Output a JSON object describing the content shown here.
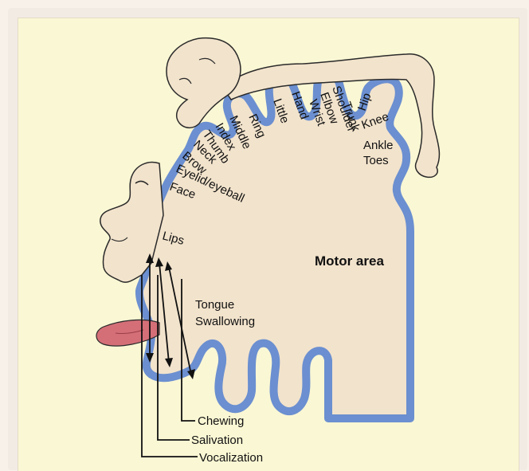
{
  "diagram": {
    "region_label": "Motor area",
    "body_labels": [
      "Hip",
      "Trunk",
      "Shoulder",
      "Elbow",
      "Wrist",
      "Hand",
      "Little",
      "Ring",
      "Middle",
      "Index",
      "Thumb",
      "Neck",
      "Brow",
      "Eyelid/eyeball",
      "Face",
      "Knee",
      "Ankle",
      "Toes",
      "Lips",
      "Tongue",
      "Swallowing"
    ],
    "callout_labels": [
      "Chewing",
      "Salivation",
      "Vocalization"
    ],
    "colors": {
      "cortex_fill": "#f2e3cc",
      "cortex_border": "#6b8fd0",
      "outline": "#2a2a2a",
      "tongue": "#d46f78",
      "background": "#faf7d4"
    }
  }
}
